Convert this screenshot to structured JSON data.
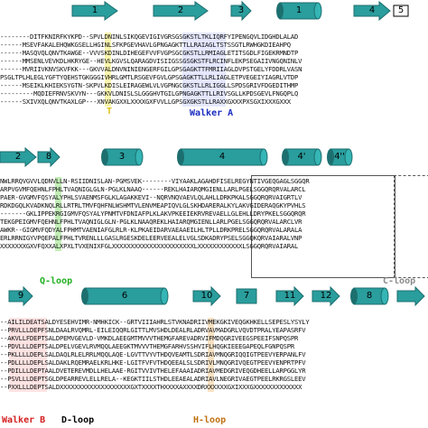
{
  "panel1": {
    "structure": [
      {
        "type": "arrow",
        "label": "1"
      },
      {
        "type": "arrow",
        "label": "2"
      },
      {
        "type": "arrow",
        "label": "3"
      },
      {
        "type": "cylinder",
        "label": "1"
      },
      {
        "type": "arrow",
        "label": "4"
      },
      {
        "type": "arrow",
        "label": "5"
      }
    ],
    "rows": [
      "--------DITFKNIRFKYKPD--SPVLDNINLSIKQGEVIGIVGRSGSGKSTLTKLIQRFYIPENGQVLIDGHDLALAD",
      "------MSEVFAKALEHQWKGSELLHGINLSFKPGEVHAVLGPNGAGKTTLLRAIAGLTSTSSGTLRWHGKDIEAHPQ",
      "------MASQVQLQNVTKAWGE--VVVSKDINLDIHEGEFVVFVGPSGCGKSTLLRMIAGLETITSGDLFIGEKRMNDTP",
      "------MMSENLVEVKDLHKRYGE--HEVLKGVSLQARAGDVISIIGSSGSGKSTFLRCINFLEKPSEGAIIVNGQNINLV",
      "------MVRIIVKNVSKVFKK---GKVVALDNVNINIENGERFGILGPSGAGKTTFMRIIAGLDVPSTGELYFDDRLVASN",
      "PSGLTPLHLEGLYGFTYQEHSTGKGGGIVHRLGMTLRSGEVFGVLGPSGAGKTTLLRLIAGLETPVEGEIYIAGRLVTDP",
      "------MSEIKLKHIEKSYGTN-SKPVLKDISLEIRAGEWLVLVGPNGCGKSTLLRLIGGLLSPDSGRIVFDGEDITHMP",
      "---------MQDIEFRNVSKVYN---GKKVLDNISLSLGGGHVTGILGPNGAGKTTLLRIVSGLLKPDSGEVLFNGQPLQ",
      "------SXIVXQLQNVTKAXLGP---XNVAKGXXLXXXXGXFVVLLGPSGXGKSTLLRAXXGXXXPXSGXIXXXGXXX"
    ],
    "walker_a_label": "Walker A",
    "q_marker": "T"
  },
  "panel2": {
    "structure": [
      {
        "type": "arrow",
        "label": "2"
      },
      {
        "type": "arrow",
        "label": "8"
      },
      {
        "type": "cylinder",
        "label": "3"
      },
      {
        "type": "cylinder",
        "label": "4"
      },
      {
        "type": "cylinder",
        "label": "4'"
      },
      {
        "type": "cylinder",
        "label": "4''"
      }
    ],
    "rows": [
      "NWLRRQVGVVLQDNVLLN-RSIIDNISLAN-PGMSVEK--------VIYAAKLAGAHDFISELREGYNTIVGEQGAGLSGGQR",
      "ARPVGVMFQEHNLFPHLTVAQNIGLGLN-PGLKLNAAQ------REKLHAIARQMGIENLLARLPGELSGGQRQRVALARCL",
      "PAER-GVGMVFQSYALYPHLSVAENMSFGLKLAGAKKEVI--NQRVNQVAEVLQLAHLLDRKPKALSGGQRQRVAIGRTLV",
      "RDKDGQLKVADKNQLRLLRTRLTMVFQHFNLWSHMTVLENVMEAPIQVLGLSKHDARERALKYLAKVGIDERAQGKYPVHLS",
      "-------GKLIPPEKRGIGMVFQSYALYPNMTVFDNIAFPLKLAKVPKEEIEKRVREVAELLGLEHLLDRYPKELSGGQRQR",
      "TEKGPEIGMVFQEHNLFPHLTVAQNIGLGLN-PGLKLNAAQREKLHAIARQMGIENLLARLPGELSGGQRQRVALARCLVR",
      "AWKR--GIGMVFQDYALFPHMTVAENIAFGLRLR-KLPKAEIDARVAEAAEILHLTPLLDRKPRELSGGQRQRVALARALA",
      "ERLRRNIGYVPQEPALFPHLTVRENLLLGASLRGESKDELEERVEEALELVGLSDKADRYPSELSGGQKQRVAIARALVNP",
      "XXXXXXXGXVFQXXALXPXLTVXENIXFGLXXXXXXXXXXXXXXXXXXXXXXLXXXXXXXXXXXXLSGGQRQRVAIARAL"
    ],
    "q_loop_label": "Q-loop",
    "c_loop_label": "C-loop"
  },
  "panel3": {
    "structure": [
      {
        "type": "arrow",
        "label": "9"
      },
      {
        "type": "cylinder",
        "label": "6"
      },
      {
        "type": "arrow",
        "label": "10"
      },
      {
        "type": "cylinder",
        "label": "7"
      },
      {
        "type": "arrow",
        "label": "11"
      },
      {
        "type": "arrow",
        "label": "12"
      },
      {
        "type": "cylinder",
        "label": "8"
      },
      {
        "type": "arrow",
        "label": ""
      }
    ],
    "rows": [
      "--AILILDEATSALDYESEHVIMR-NMHKICK--GRTVIIIAHRLSTVKNADRIIVMEKGKIVEQGKHKELLSEPESLYSYLY",
      "--PRVLLLDEPFSNLDAALRVQMRL-EILEIQQRLGITTLMVSHDLDEALRLADRVAVMADGRLVQVDTPRALYEAPASRFV",
      "--AKVLLFDEPTSALDPEMVGEVLD-VMKDLAEEGMTMVVVTHEMGFAREVADRVIFMDQGRIVEEGSPEEIFSNPQSPR",
      "--PDVLLLDEPTSALDPELVGEVLRVMQQLAEEGKTMVVVTHEMGFARHVSSHVIFLHQGKIEEEGAPEQLFGNPQSPR",
      "--PKLLLLDEPLSALDAQLRLELRRLMQQLAQE-LGVTTVYVTHDQVEAMTLSDRIAVMNQGRIQQIGTPEEVYERPANLFV",
      "--PDLLLLDEPLSALDAKLRQEMRAELKRLHKE-LGITFVFVTHDQEEALSLSDRIVLMNQGRIVQEGTPEEVYENPRTPFV",
      "--PDILLLDEPTAALDVETEREVMDLLHELAAE-RGITVVIVTHELEFAAAIADRIAVMEDGRIVEQGDHEELLARPGGLYR",
      "--PSVLLLDEPTSGLDPEARREVLELLRELA--KEGKTIILSTHDLEEAEALADRIAVLNEGRIVAEGTPEELRKRGSLEEV",
      "--PXXLLLDEPTSALDXXXXXXXXXXXXXXXXXXXGXTXXXXTHXXXXAXXXXDRXXXXXXGXIXXXGXXXXXXXXXXXXX"
    ],
    "walker_b_label": "Walker B",
    "d_loop_label": "D-loop",
    "h_loop_label": "H-loop"
  },
  "colors": {
    "helix": "#2a9d9d",
    "helix_dark": "#1d6f6f",
    "arrow": "#2a9d9d",
    "walker_a": "#1a2dbf",
    "walker_b": "#d42020",
    "c_loop": "#8a8a8a",
    "q_loop": "#20b020",
    "h_loop": "#c07010",
    "d_loop": "#000000",
    "q_marker": "#e0c010"
  }
}
